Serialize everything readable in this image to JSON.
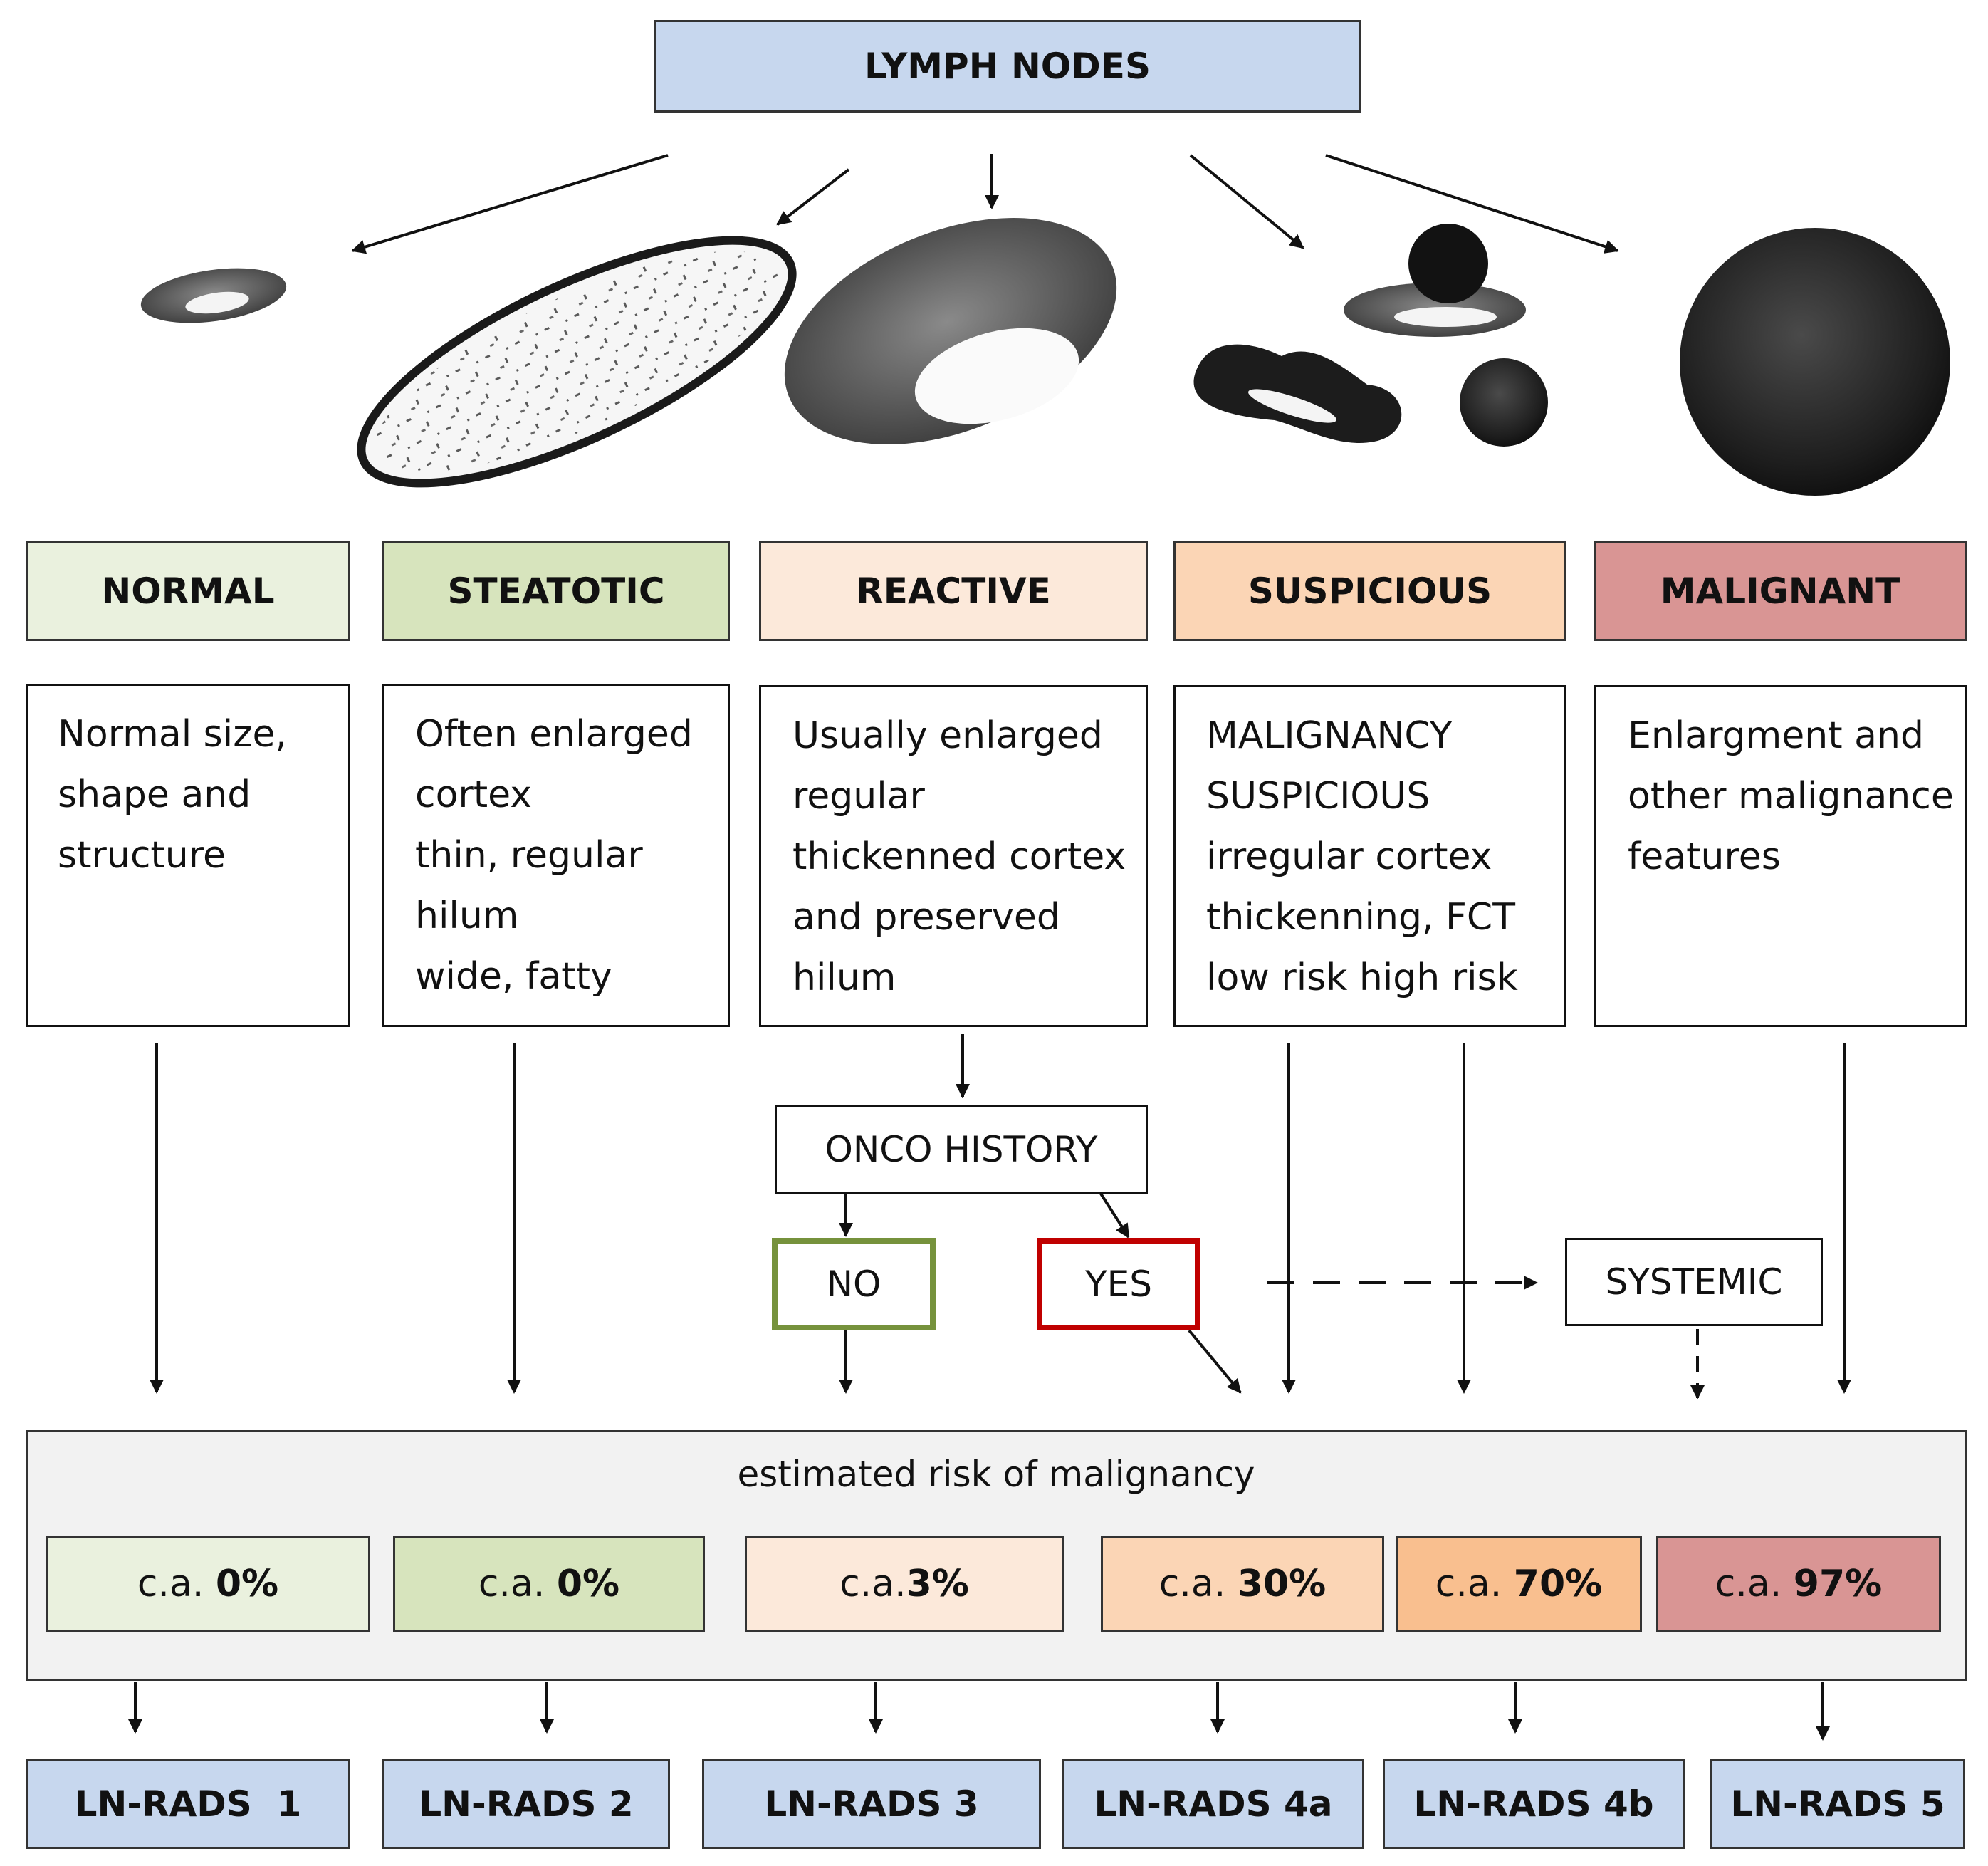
{
  "title": "LYMPH NODES",
  "categories": [
    {
      "label": "NORMAL",
      "color": "#eaf1de",
      "description": "Normal size,\nshape and\nstructure"
    },
    {
      "label": "STEATOTIC",
      "color": "#d7e4bd",
      "description": "Often enlarged\ncortex\nthin,  regular\nhilum\nwide, fatty"
    },
    {
      "label": "REACTIVE",
      "color": "#fce9da",
      "description": "Usually enlarged\nregular\nthickenned cortex\nand preserved\nhilum"
    },
    {
      "label": "SUSPICIOUS",
      "color": "#fbd5b5",
      "description": "MALIGNANCY\nSUSPICIOUS\nirregular cortex\nthickenning, FCT\nlow risk     high risk"
    },
    {
      "label": "MALIGNANT",
      "color": "#d99594",
      "description": "Enlargment and\nother malignance\nfeatures"
    }
  ],
  "decision": {
    "onco_history": "ONCO HISTORY",
    "no": "NO",
    "yes": "YES",
    "systemic": "SYSTEMIC",
    "no_color": "#76923c",
    "yes_color": "#c00000"
  },
  "risk": {
    "label": "estimated risk of malignancy",
    "panel_color": "#f2f2f2",
    "items": [
      {
        "prefix": "c.a. ",
        "value": "0%",
        "color": "#eaf1de"
      },
      {
        "prefix": "c.a. ",
        "value": "0%",
        "color": "#d7e4bd"
      },
      {
        "prefix": "c.a.",
        "value": "3%",
        "color": "#fce9da"
      },
      {
        "prefix": "c.a. ",
        "value": "30%",
        "color": "#fbd5b5"
      },
      {
        "prefix": "c.a. ",
        "value": "70%",
        "color": "#f9bf8f"
      },
      {
        "prefix": "c.a. ",
        "value": "97%",
        "color": "#d99594"
      }
    ]
  },
  "rads": [
    "LN-RADS  1",
    "LN-RADS 2",
    "LN-RADS 3",
    "LN-RADS 4a",
    "LN-RADS 4b",
    "LN-RADS 5"
  ],
  "illustrations": [
    "normal-node-icon",
    "steatotic-node-icon",
    "reactive-node-icon",
    "suspicious-nodes-icon",
    "malignant-node-icon"
  ]
}
